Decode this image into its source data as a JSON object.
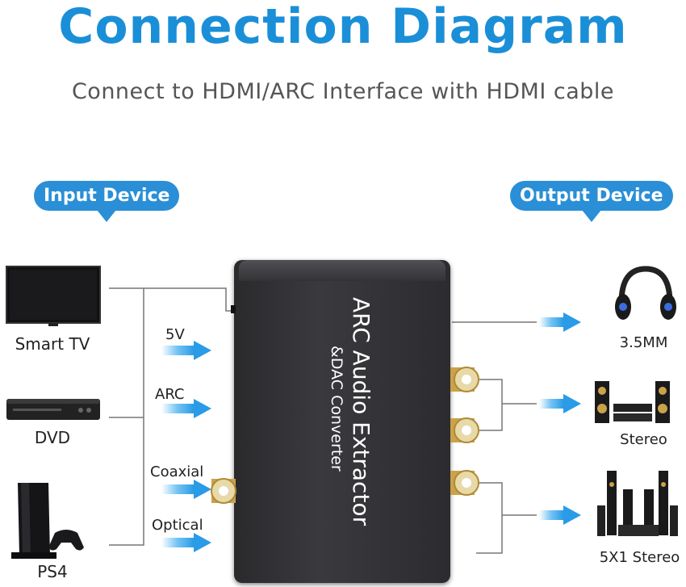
{
  "title": "Connection Diagram",
  "subtitle": "Connect to HDMI/ARC Interface with HDMI cable",
  "badges": {
    "input": "Input Device",
    "output": "Output Device"
  },
  "inputs": [
    {
      "label": "Smart TV",
      "icon": "tv-icon"
    },
    {
      "label": "DVD",
      "icon": "dvd-player-icon"
    },
    {
      "label": "PS4",
      "icon": "ps4-console-icon"
    }
  ],
  "signals": [
    "5V",
    "ARC",
    "Coaxial",
    "Optical"
  ],
  "device": {
    "line1": "ARC Audio Extractor",
    "line2": "&DAC Converter"
  },
  "outputs": [
    {
      "label": "3.5MM",
      "icon": "headphones-icon"
    },
    {
      "label": "Stereo",
      "icon": "stereo-speakers-icon"
    },
    {
      "label": "5X1 Stereo",
      "icon": "surround-speakers-icon"
    }
  ],
  "colors": {
    "accent": "#1a8fd8",
    "arrow": "#4fb3f0",
    "device": "#2e2e32",
    "gold": "#c9a24a"
  }
}
